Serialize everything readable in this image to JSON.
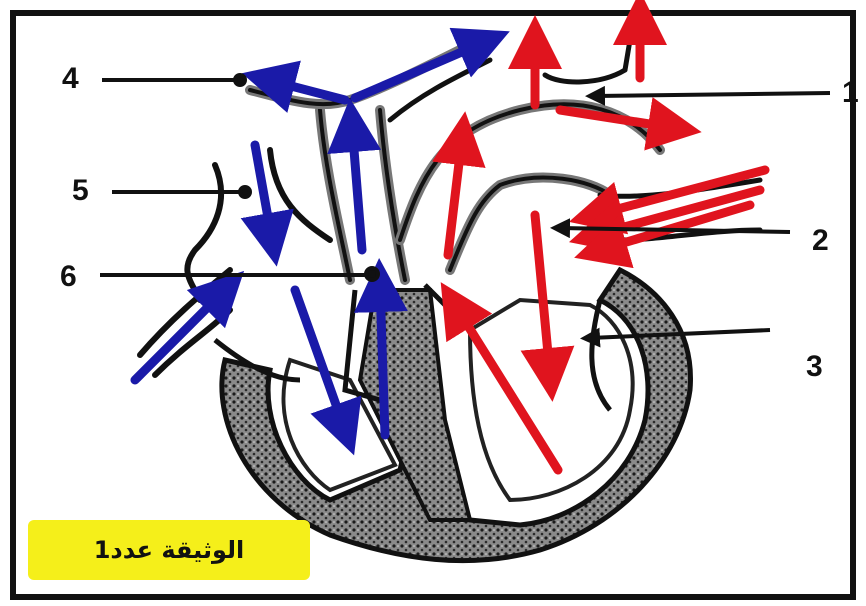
{
  "labels": {
    "l1": "1",
    "l2": "2",
    "l3": "3",
    "l4": "4",
    "l5": "5",
    "l6": "6"
  },
  "caption": "الوثيقة عدد1",
  "colors": {
    "oxygenated_blood": "#e0141e",
    "deoxygenated_blood": "#1a1aa8",
    "caption_background": "#f5ef1a",
    "outline": "#111111"
  }
}
